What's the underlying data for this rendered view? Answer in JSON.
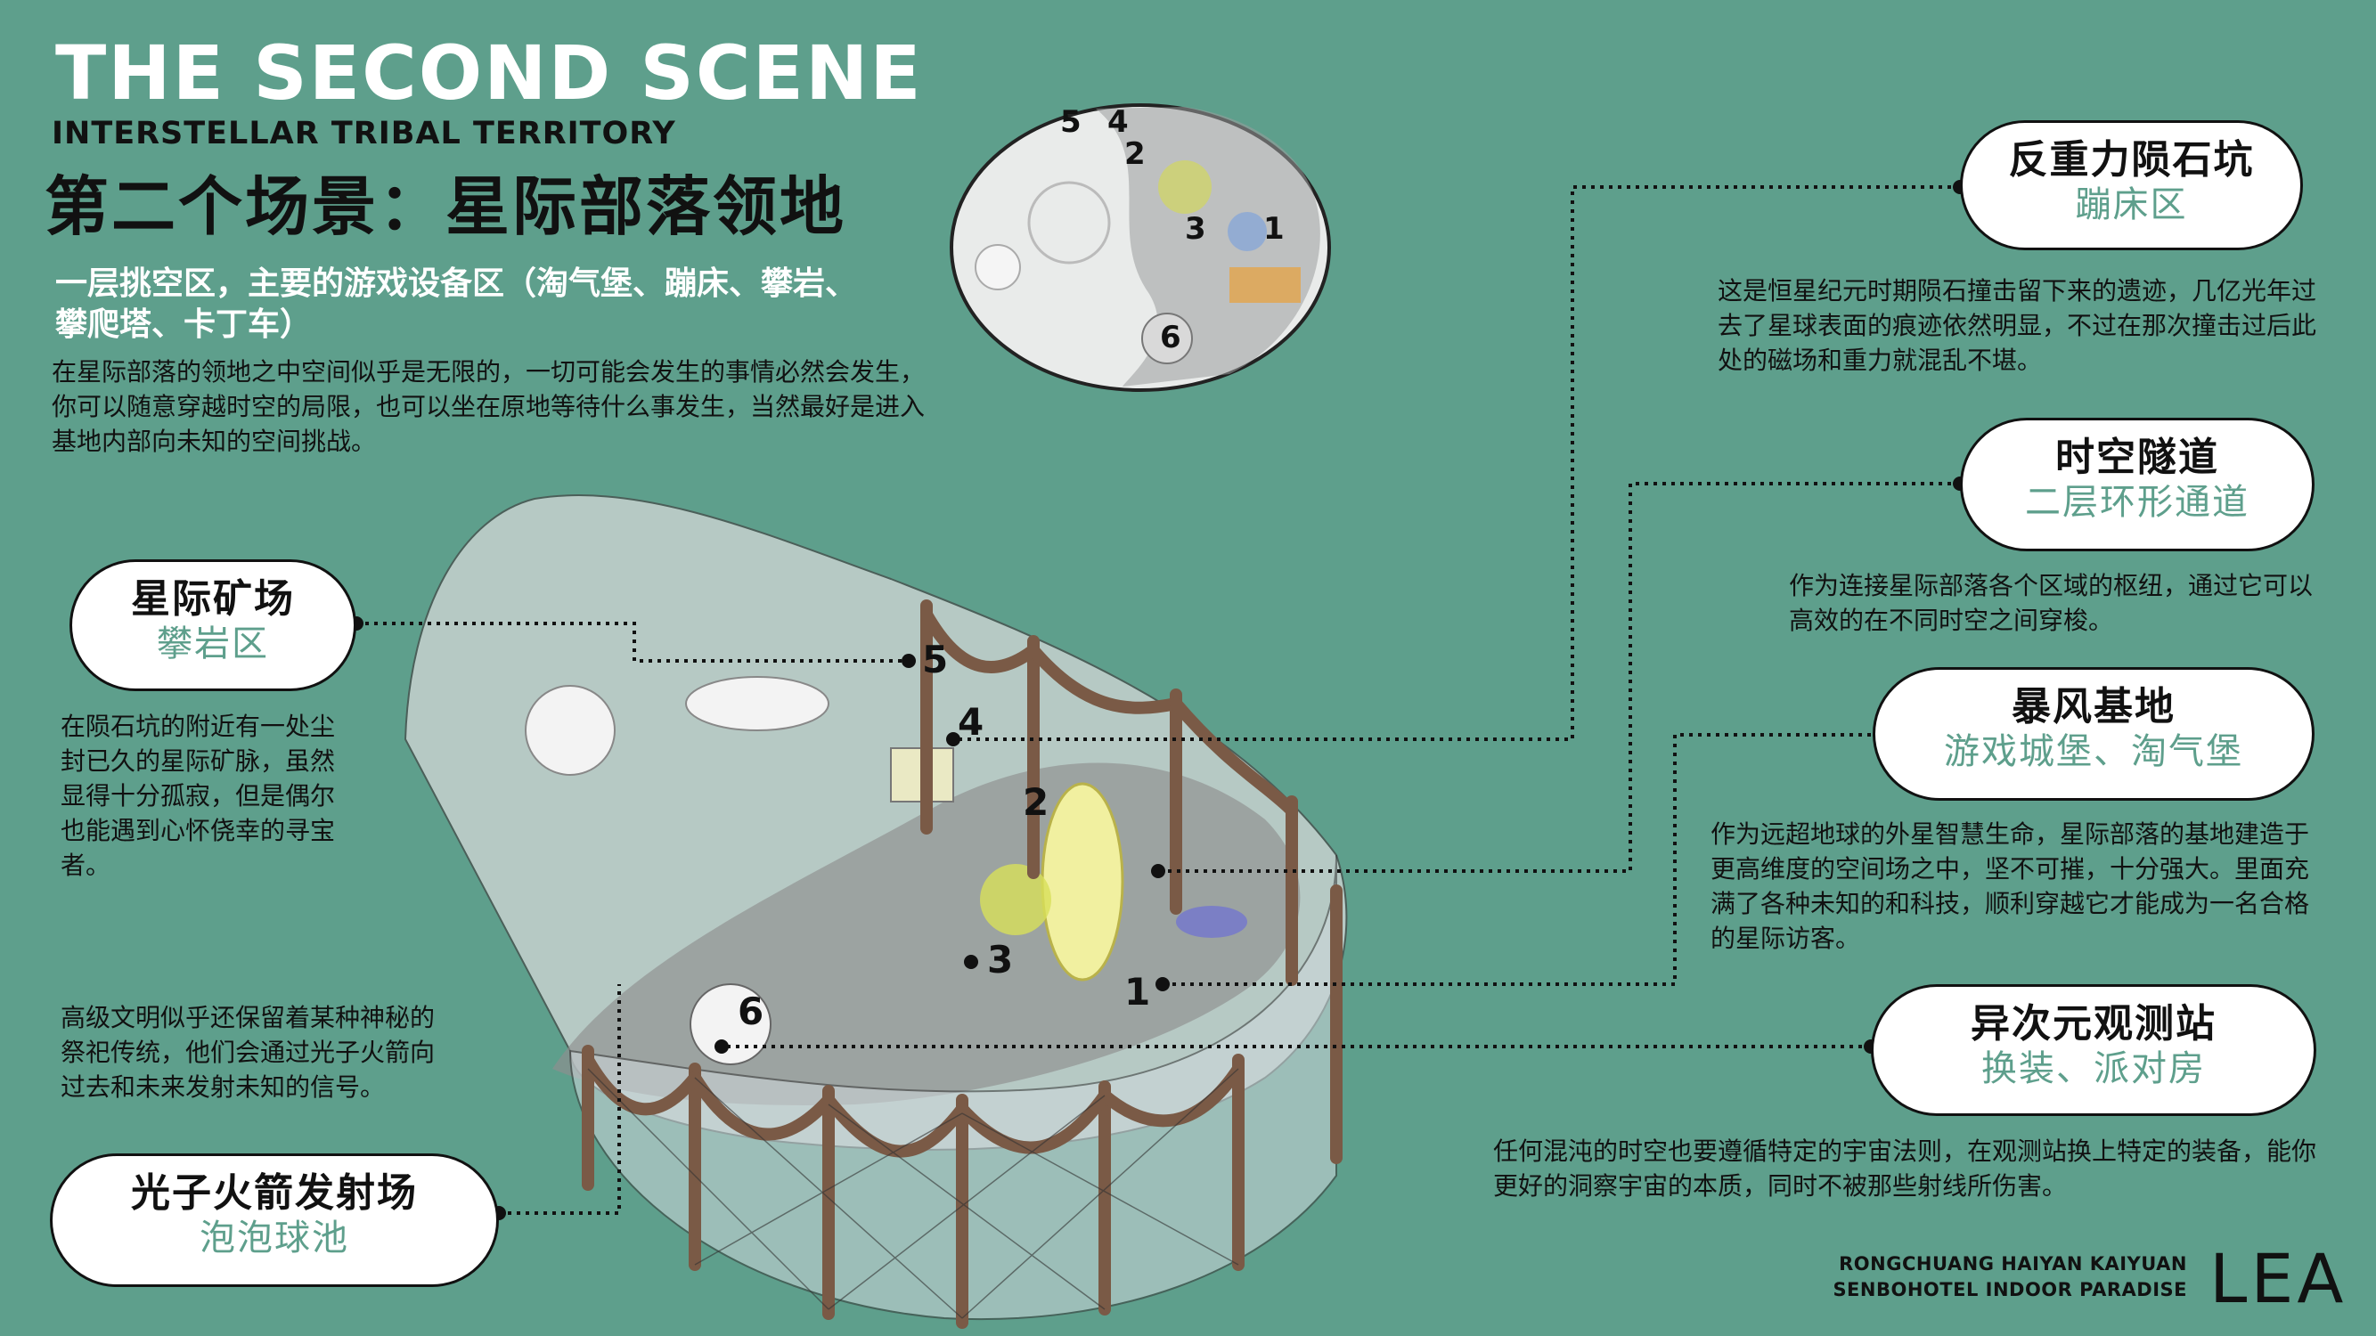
{
  "header": {
    "title_en": "THE SECOND SCENE",
    "subtitle_en": "INTERSTELLAR TRIBAL TERRITORY",
    "title_cn": "第二个场景：星际部落领地",
    "subhead_cn": "一层挑空区，主要的游戏设备区（淘气堡、蹦床、攀岩、攀爬塔、卡丁车）",
    "intro_cn": "在星际部落的领地之中空间似乎是无限的，一切可能会发生的事情必然会发生，你可以随意穿越时空的局限，也可以坐在原地等待什么事发生，当然最好是进入基地内部向未知的空间挑战。"
  },
  "zones": {
    "z1": {
      "title": "反重力陨石坑",
      "subtitle": "蹦床区",
      "desc": "这是恒星纪元时期陨石撞击留下来的遗迹，几亿光年过去了星球表面的痕迹依然明显，不过在那次撞击过后此处的磁场和重力就混乱不堪。"
    },
    "z2": {
      "title": "时空隧道",
      "subtitle": "二层环形通道",
      "desc": "作为连接星际部落各个区域的枢纽，通过它可以高效的在不同时空之间穿梭。"
    },
    "z3": {
      "title": "暴风基地",
      "subtitle": "游戏城堡、淘气堡",
      "desc": "作为远超地球的外星智慧生命，星际部落的基地建造于更高维度的空间场之中，坚不可摧，十分强大。里面充满了各种未知的和科技，顺利穿越它才能成为一名合格的星际访客。"
    },
    "z4": {
      "title": "异次元观测站",
      "subtitle": "换装、派对房",
      "desc": "任何混沌的时空也要遵循特定的宇宙法则，在观测站换上特定的装备，能你更好的洞察宇宙的本质，同时不被那些射线所伤害。"
    },
    "z5": {
      "title": "星际矿场",
      "subtitle": "攀岩区",
      "desc": "在陨石坑的附近有一处尘封已久的星际矿脉，虽然显得十分孤寂，但是偶尔也能遇到心怀侥幸的寻宝者。"
    },
    "z6": {
      "title": "光子火箭发射场",
      "subtitle": "泡泡球池",
      "desc": "高级文明似乎还保留着某种神秘的祭祀传统，他们会通过光子火箭向过去和未来发射未知的信号。"
    }
  },
  "markers": [
    "1",
    "2",
    "3",
    "4",
    "5",
    "6"
  ],
  "footer": {
    "line1": "RONGCHUANG HAIYAN KAIYUAN",
    "line2": "SENBOHOTEL INDOOR PARADISE",
    "logo": "LEA"
  },
  "colors": {
    "background": "#5e9f8c",
    "accent_text": "#5e9f8c",
    "pill_fill": "#ffffff",
    "ink": "#111111",
    "truss": "#7a5a46"
  },
  "icons": [
    "floorplan-illustration",
    "axonometric-illustration"
  ]
}
